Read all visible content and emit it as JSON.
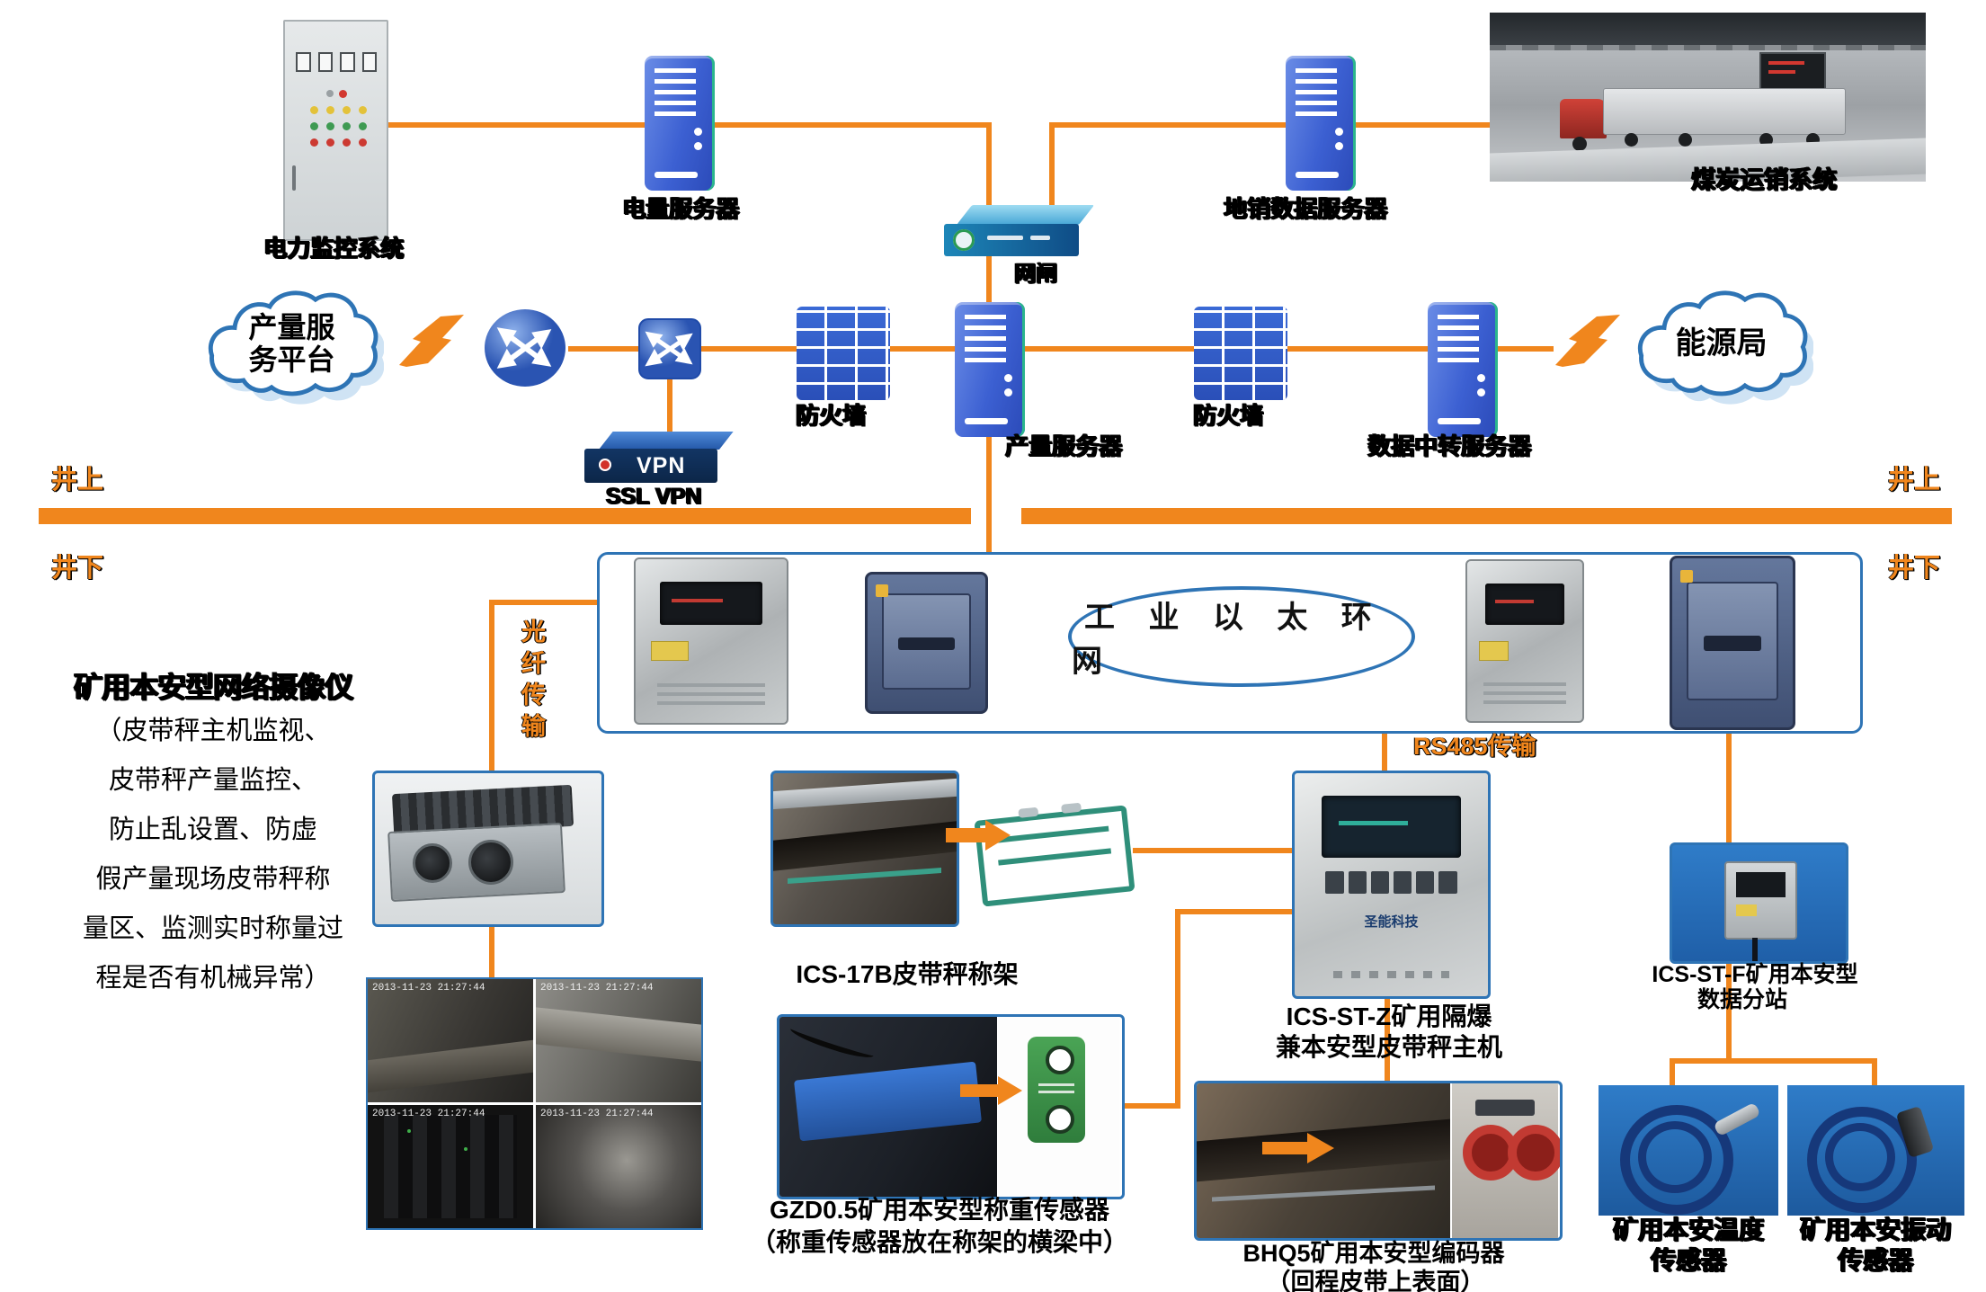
{
  "colors": {
    "orange": "#F0861D",
    "blue": "#2E74B5",
    "brick": "#2D62C9"
  },
  "zones": {
    "up": "井上",
    "down": "井下"
  },
  "top": {
    "cabinet_label": "电力监控系统",
    "power_server": "电量服务器",
    "gateway": "网闸",
    "sales_server": "地销数据服务器",
    "coal_system": "煤炭运销系统"
  },
  "mid": {
    "cloud_left": [
      "产量服",
      "务平台"
    ],
    "firewall_left": "防火墙",
    "production_server": "产量服务器",
    "firewall_right": "防火墙",
    "relay_server": "数据中转服务器",
    "cloud_right": "能源局",
    "vpn_text": "VPN",
    "vpn_label": "SSL VPN"
  },
  "underground": {
    "ring": "工 业 以 太 环 网",
    "fiber": "光纤传输",
    "rs485": "RS485传输"
  },
  "camera_block": {
    "title": "矿用本安型网络摄像仪",
    "lines": [
      "（皮带秤主机监视、",
      "皮带秤产量监控、",
      "防止乱设置、防虚",
      "假产量现场皮带秤称",
      "量区、监测实时称量过",
      "程是否有机械异常）"
    ]
  },
  "equipment": {
    "ics17b": "ICS-17B皮带秤称架",
    "gzd1": "GZD0.5矿用本安型称重传感器",
    "gzd2": "（称重传感器放在称架的横梁中）",
    "icsstz1": "ICS-ST-Z矿用隔爆",
    "icsstz2": "兼本安型皮带秤主机",
    "bhq51": "BHQ5矿用本安型编码器",
    "bhq52": "（回程皮带上表面）",
    "icsstf1": "ICS-ST-F矿用本安型",
    "icsstf2": "数据分站",
    "temp1": "矿用本安温度",
    "temp2": "传感器",
    "vib1": "矿用本安振动",
    "vib2": "传感器",
    "brand": "圣能科技"
  },
  "cctv": {
    "timestamp": "2013-11-23 21:27:44"
  }
}
